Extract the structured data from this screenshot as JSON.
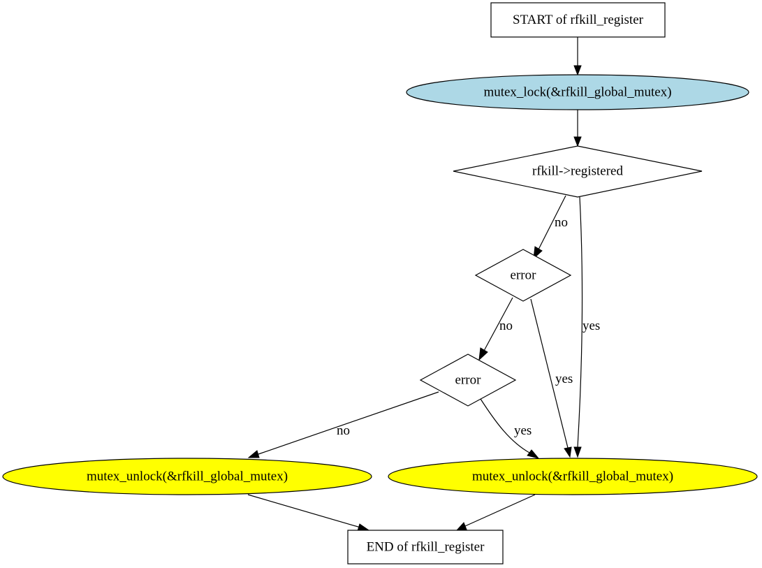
{
  "diagram": {
    "colors": {
      "lock_fill": "#add8e6",
      "unlock_fill": "#ffff00",
      "default_fill": "#ffffff",
      "stroke": "#000000"
    },
    "nodes": {
      "start": "START of rfkill_register",
      "lock": "mutex_lock(&rfkill_global_mutex)",
      "registered": "rfkill->registered",
      "error1": "error",
      "error2": "error",
      "unlock_left": "mutex_unlock(&rfkill_global_mutex)",
      "unlock_right": "mutex_unlock(&rfkill_global_mutex)",
      "end": "END of rfkill_register"
    },
    "edges": {
      "registered_no": "no",
      "registered_yes": "yes",
      "error1_no": "no",
      "error1_yes": "yes",
      "error2_no": "no",
      "error2_yes": "yes"
    }
  }
}
